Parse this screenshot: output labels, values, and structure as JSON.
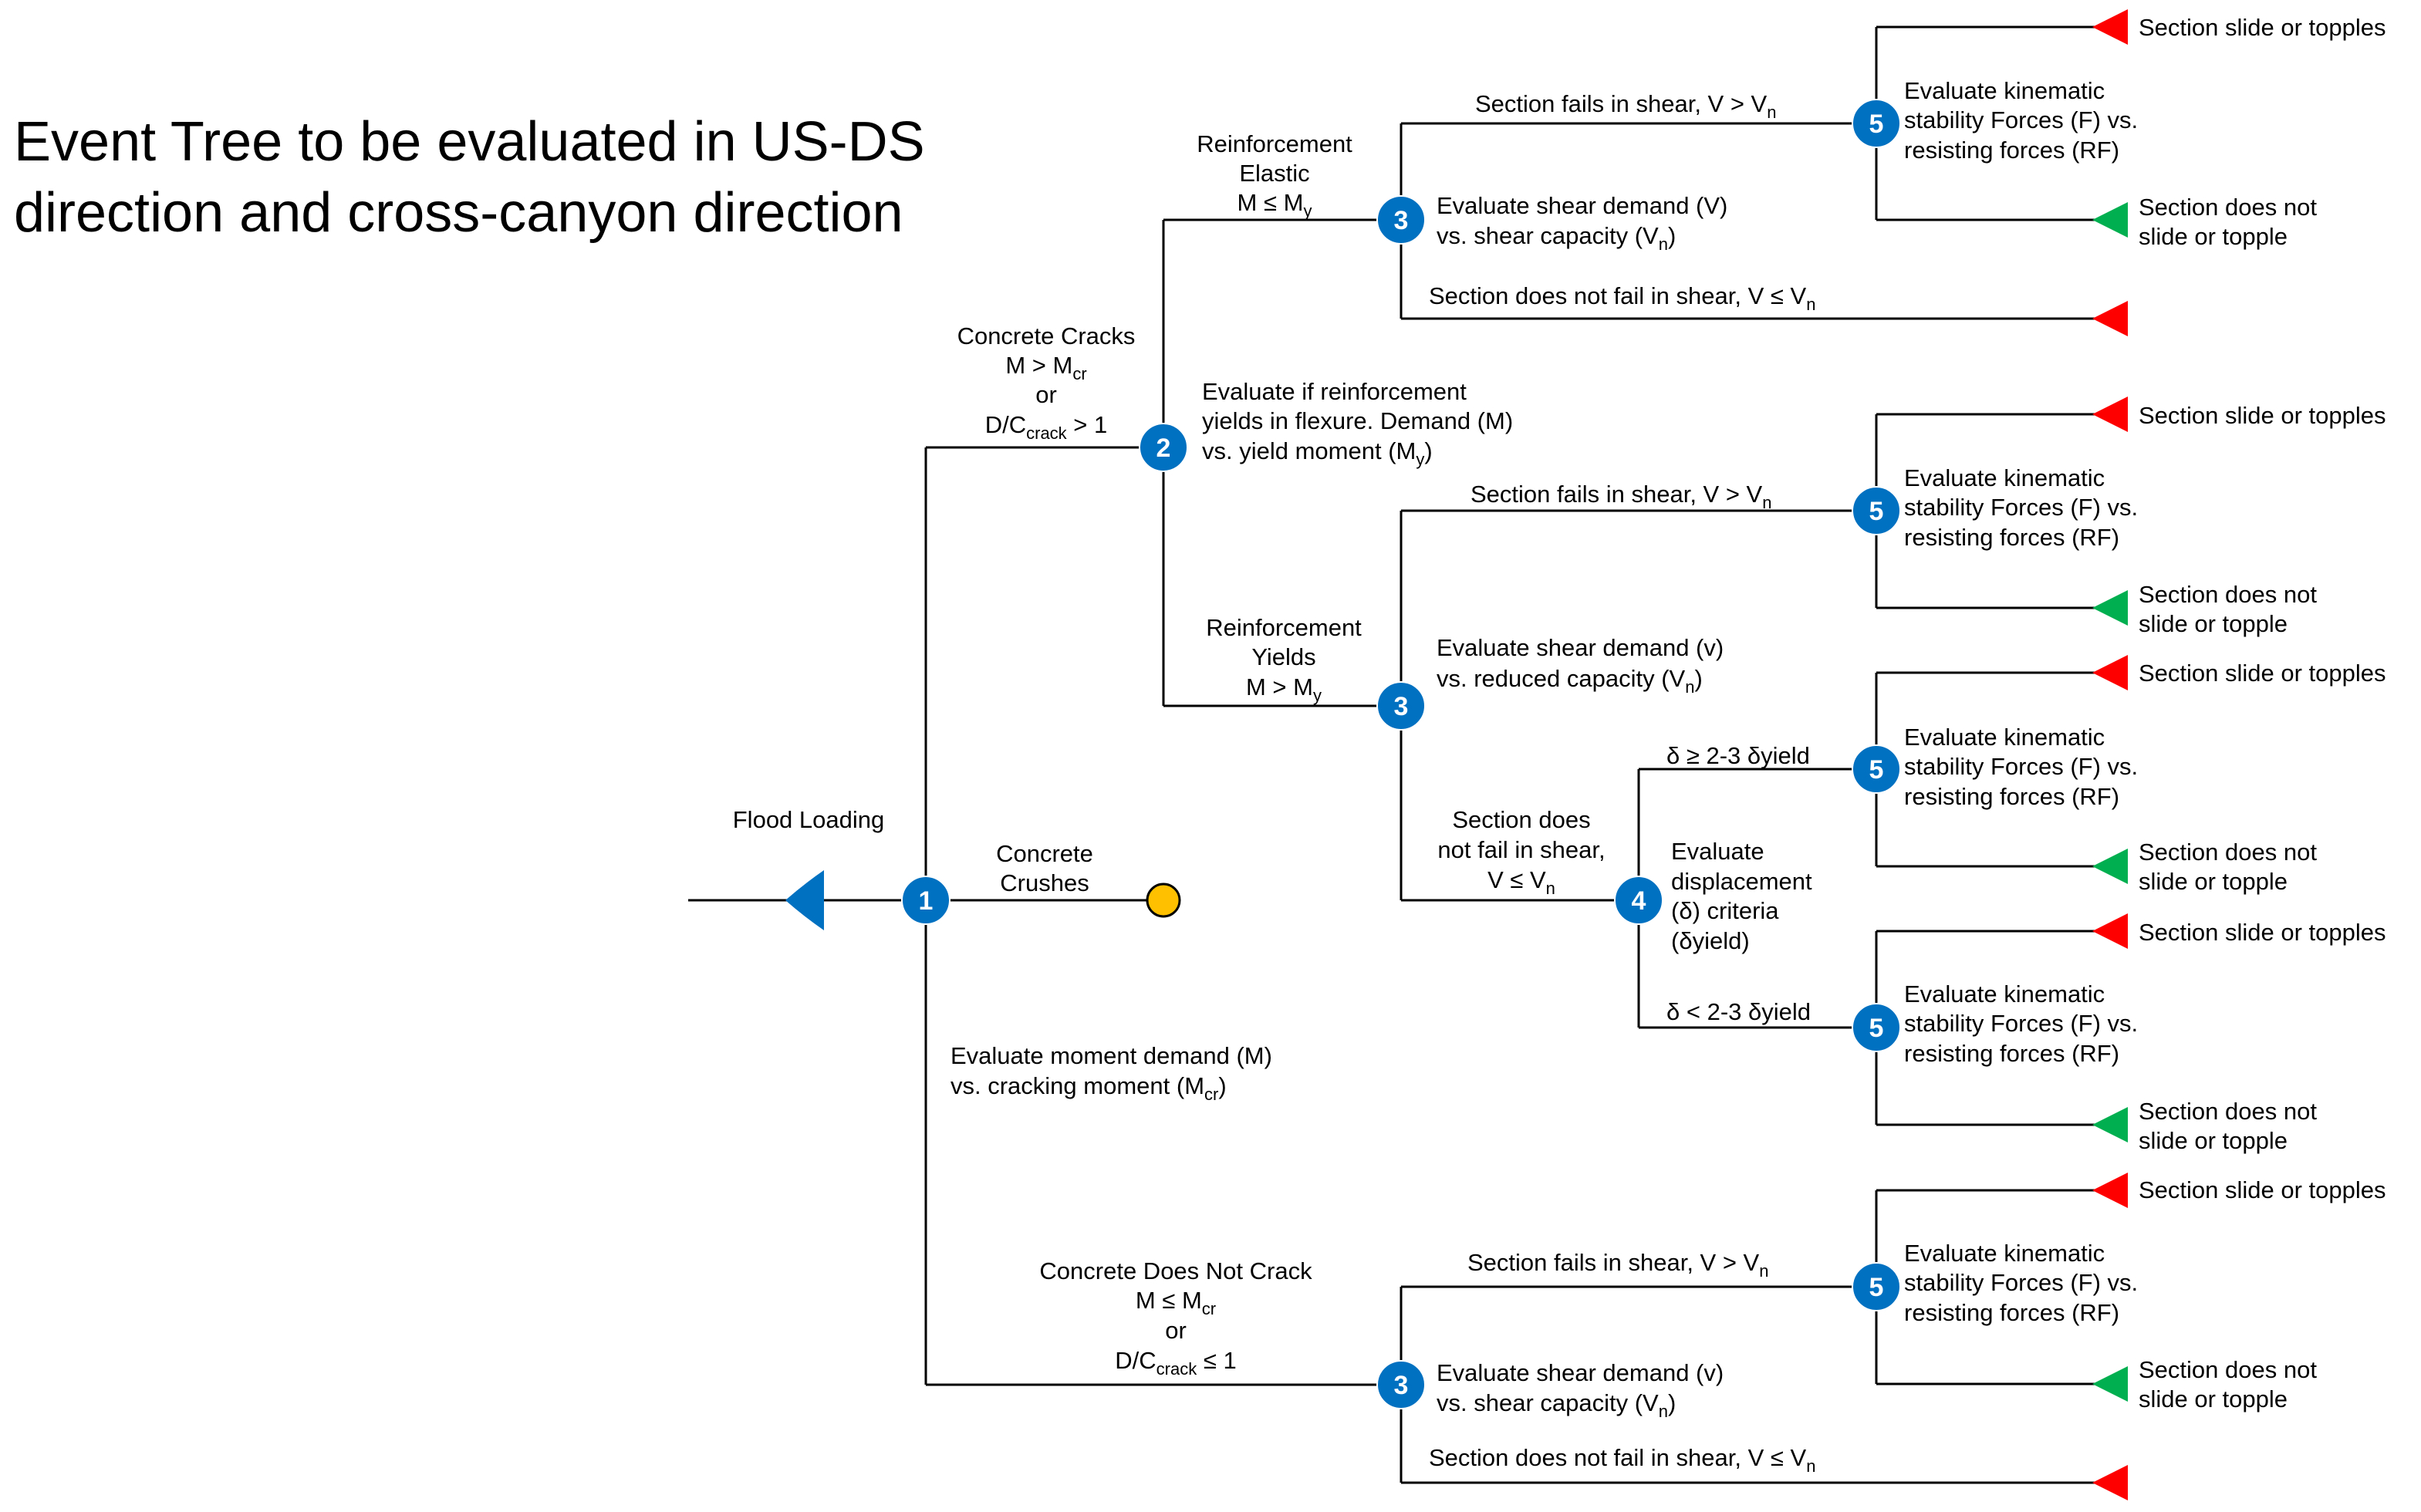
{
  "title": {
    "line1": "Event Tree to be evaluated in US-DS",
    "line2": "direction and cross-canyon direction"
  },
  "colors": {
    "line": "#000000",
    "node": "#0070C0",
    "node_text": "#FFFFFF",
    "fail": "#FF0000",
    "success": "#00B050",
    "crush": "#FFC000"
  },
  "nodes": {
    "n1": "1",
    "n2": "2",
    "n3": "3",
    "n4": "4",
    "n5": "5"
  },
  "labels": {
    "flood_loading": "Flood Loading",
    "concrete_crushes": [
      "Concrete",
      "Crushes"
    ],
    "concrete_cracks": {
      "l1": "Concrete Cracks",
      "l2a": "M > M",
      "l2b": "cr",
      "l3": "or",
      "l4a": "D/C",
      "l4b": "crack",
      "l4c": " > 1"
    },
    "evaluate_moment": {
      "l1": "Evaluate  moment demand (M)",
      "l2a": "vs. cracking moment (M",
      "l2b": "cr",
      "l2c": ")"
    },
    "not_crack": {
      "l1": "Concrete Does Not Crack",
      "l2a": "M ≤ M",
      "l2b": "cr",
      "l3": "or",
      "l4a": "D/C",
      "l4b": "crack",
      "l4c": " ≤ 1"
    },
    "evaluate_yield": [
      "Evaluate if reinforcement",
      "yields in flexure.  Demand (M)"
    ],
    "evaluate_yield_l3": {
      "a": "vs. yield moment (M",
      "b": "y",
      "c": ")"
    },
    "reinf_elastic": {
      "l1": "Reinforcement",
      "l2": "Elastic",
      "l3a": "M ≤ M",
      "l3b": "y"
    },
    "reinf_yields": {
      "l1": "Reinforcement",
      "l2": "Yields",
      "l3a": "M > M",
      "l3b": "y"
    },
    "shear_fails": {
      "a": "Section fails in shear, V > V",
      "b": "n"
    },
    "shear_not_fail": {
      "a": "Section does not fail in shear, V ≤ V",
      "b": "n"
    },
    "eval_shear_capacity": {
      "l1": "Evaluate  shear demand (V)",
      "l2a": "vs. shear capacity (V",
      "l2b": "n",
      "l2c": ")"
    },
    "eval_shear_reduced": {
      "l1": "Evaluate  shear demand (v)",
      "l2a": "vs. reduced capacity (V",
      "l2b": "n",
      "l2c": ")"
    },
    "eval_shear_capacity_v": {
      "l1": "Evaluate  shear demand (v)",
      "l2a": "vs. shear capacity (V",
      "l2b": "n",
      "l2c": ")"
    },
    "section_not_fail_multi": {
      "l1": "Section does",
      "l2": "not fail in shear,",
      "l3a": "V ≤ V",
      "l3b": "n"
    },
    "eval_displacement": [
      "Evaluate",
      "displacement",
      "(δ) criteria",
      "(δyield)"
    ],
    "delta_ge": "δ ≥ 2-3 δyield",
    "delta_lt": "δ < 2-3 δyield",
    "kinematic": [
      "Evaluate  kinematic",
      "stability Forces (F) vs.",
      "resisting forces (RF)"
    ],
    "slide_topples": "Section slide or topples",
    "does_not_slide": [
      "Section does not",
      "slide or topple"
    ]
  }
}
